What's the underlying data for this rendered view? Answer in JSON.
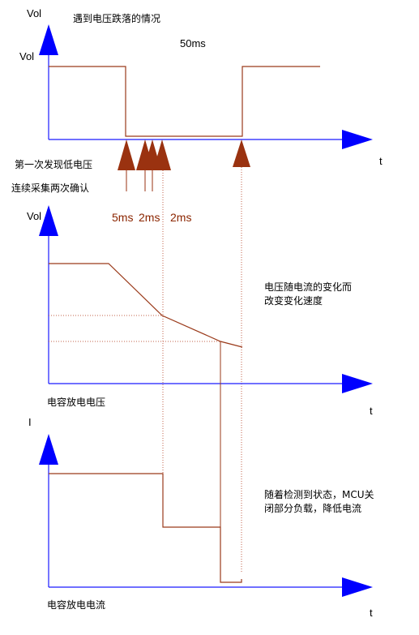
{
  "colors": {
    "axis": "#1a1aff",
    "arrow": "#0000ff",
    "trace": "#9a3a1a",
    "marker": "#9a3210",
    "note_text": "#8B2500"
  },
  "panel1": {
    "axis_y_top": "Vol",
    "axis_y_mid": "Vol",
    "title": "遇到电压跌落的情况",
    "duration": "50ms",
    "axis_x": "t",
    "note_line1": "第一次发现低电压",
    "note_line2": "连续采集两次确认",
    "t1": "5ms",
    "t2": "2ms",
    "t3": "2ms"
  },
  "panel2": {
    "axis_y": "Vol",
    "axis_x": "t",
    "caption": "电容放电电压",
    "note_line1": "电压随电流的变化而",
    "note_line2": "改变变化速度"
  },
  "panel3": {
    "axis_y": "I",
    "axis_x": "t",
    "caption": "电容放电电流",
    "note_line1": "随着检测到状态，MCU关",
    "note_line2": "闭部分负载，降低电流"
  }
}
